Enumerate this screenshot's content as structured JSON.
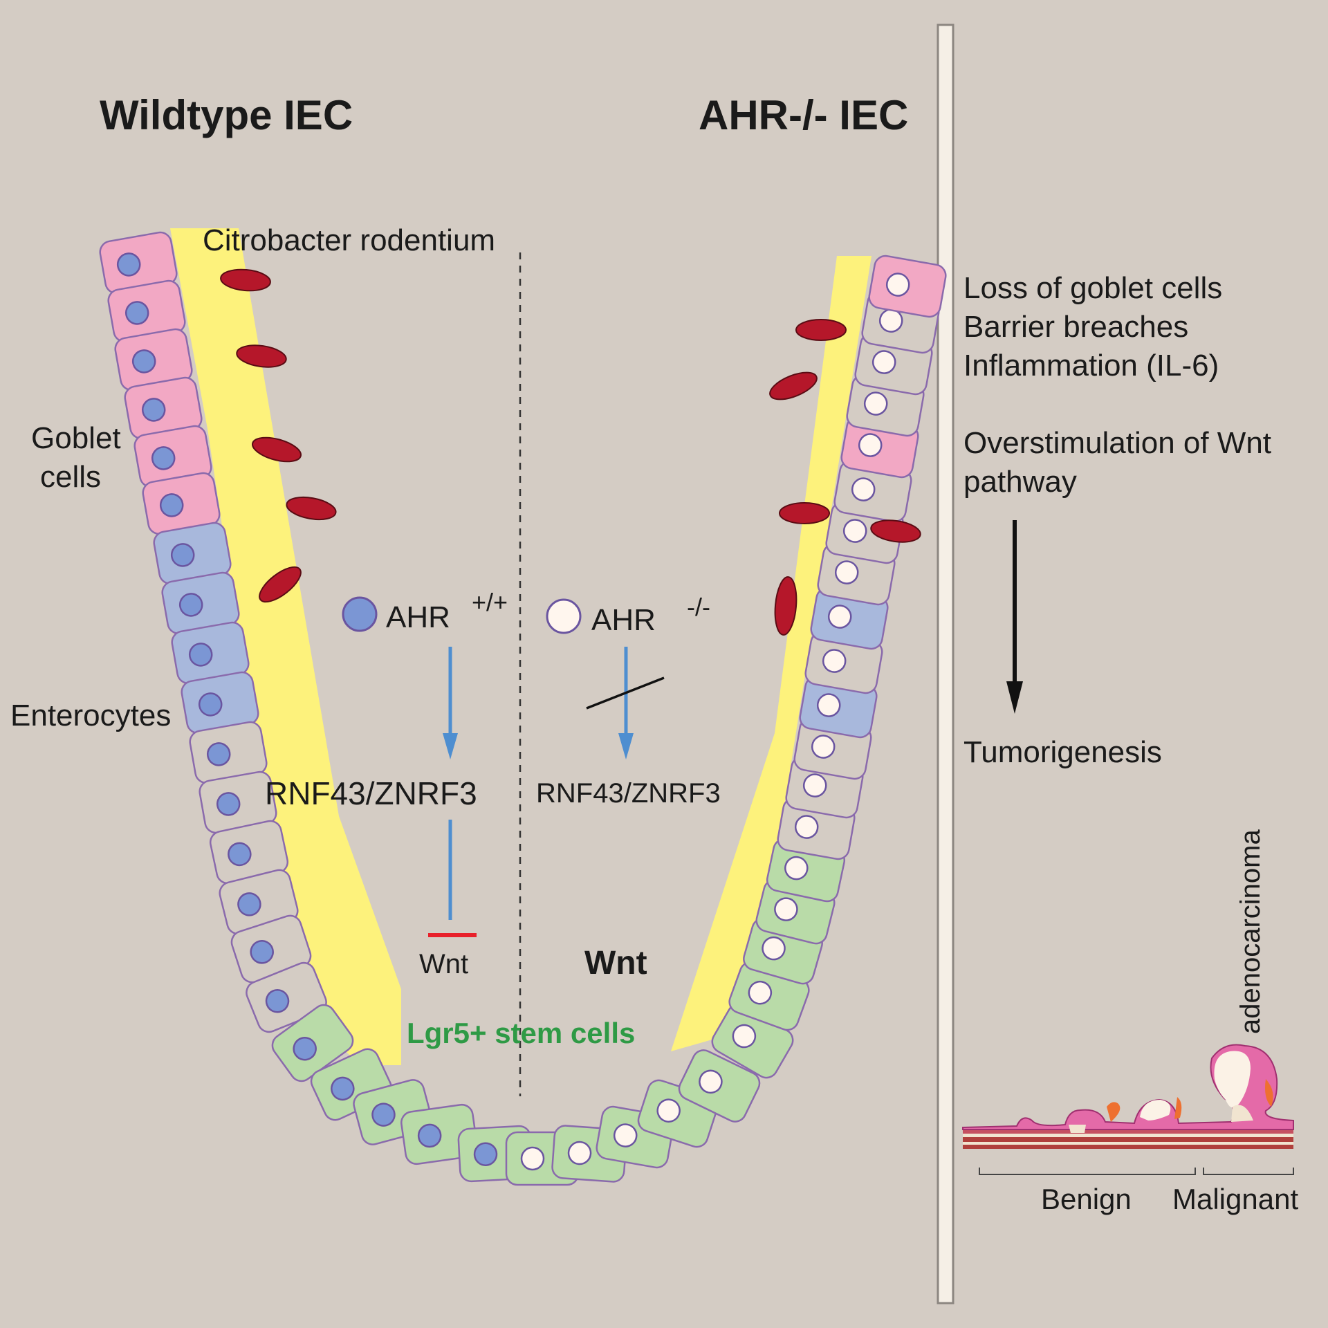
{
  "titles": {
    "wildtype": "Wildtype IEC",
    "ahr_ko": "AHR-/- IEC"
  },
  "labels": {
    "pathogen": "Citrobacter rodentium",
    "goblet_line1": "Goblet",
    "goblet_line2": "cells",
    "enterocytes": "Enterocytes",
    "stem_cells": "Lgr5+ stem cells"
  },
  "wildtype_pathway": {
    "gene": "AHR",
    "genotype": "+/+",
    "target": "RNF43/ZNRF3",
    "inhibited": "Wnt"
  },
  "ko_pathway": {
    "gene": "AHR",
    "genotype": "-/-",
    "target": "RNF43/ZNRF3",
    "activated": "Wnt"
  },
  "consequences": {
    "items": [
      "Loss of goblet cells",
      "Barrier breaches",
      "Inflammation (IL-6)"
    ],
    "wnt_line1": "Overstimulation of Wnt",
    "wnt_line2": "pathway",
    "outcome": "Tumorigenesis"
  },
  "progression": {
    "rotated_label": "adenocarcinoma",
    "benign": "Benign",
    "malignant": "Malignant"
  },
  "colors": {
    "background": "#d4ccc4",
    "goblet": "#f2a8c4",
    "enterocyte": "#a8b8dc",
    "stem": "#b9dba8",
    "undifferentiated": "#d4ccc4",
    "cell_border": "#8a6aac",
    "mucus": "#fdf27c",
    "bacteria": "#b5172a",
    "nucleus_wt": "#7b96d4",
    "nucleus_ko": "#fff6ee",
    "arrow": "#4e8ed0",
    "inhibit": "#e8202a",
    "stem_text": "#2e9a45"
  }
}
